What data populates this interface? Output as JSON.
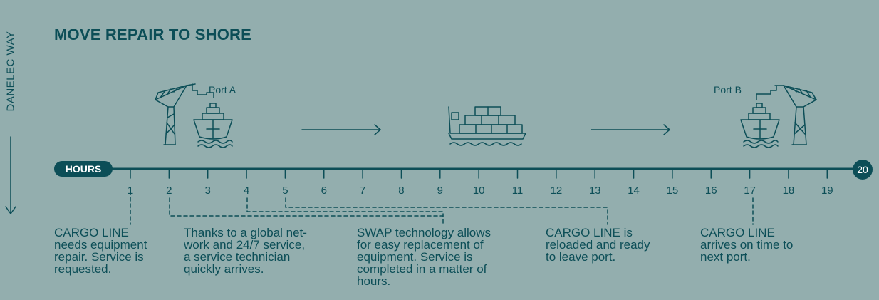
{
  "side_label": "DANELEC WAY",
  "title": "MOVE REPAIR TO SHORE",
  "ports": {
    "a": "Port A",
    "b": "Port B"
  },
  "timeline": {
    "start_label": "HOURS",
    "end_label": "20",
    "ticks": [
      "1",
      "2",
      "3",
      "4",
      "5",
      "6",
      "7",
      "8",
      "9",
      "10",
      "11",
      "12",
      "13",
      "14",
      "15",
      "16",
      "17",
      "18",
      "19"
    ]
  },
  "steps": [
    {
      "text": "CARGO LINE\nneeds equipment\nrepair. Service is\nrequested."
    },
    {
      "text": "Thanks to a global net-\nwork and 24/7 service,\na service technician\nquickly arrives."
    },
    {
      "text": "SWAP technology allows\nfor easy replacement of\nequipment. Service is\ncompleted in a matter of\nhours."
    },
    {
      "text": "CARGO LINE is\nreloaded and ready\nto leave port."
    },
    {
      "text": "CARGO LINE\narrives on time to\nnext port."
    }
  ],
  "icons": {
    "crane_a": "crane-icon",
    "ship_a": "ship-icon",
    "cargo_ship": "cargo-ship-icon",
    "ship_b": "ship-icon",
    "crane_b": "crane-icon",
    "arrows": "arrow-right-icon"
  },
  "colors": {
    "background": "#93aeae",
    "primary": "#0c4e57",
    "text_on_primary": "#ffffff"
  }
}
